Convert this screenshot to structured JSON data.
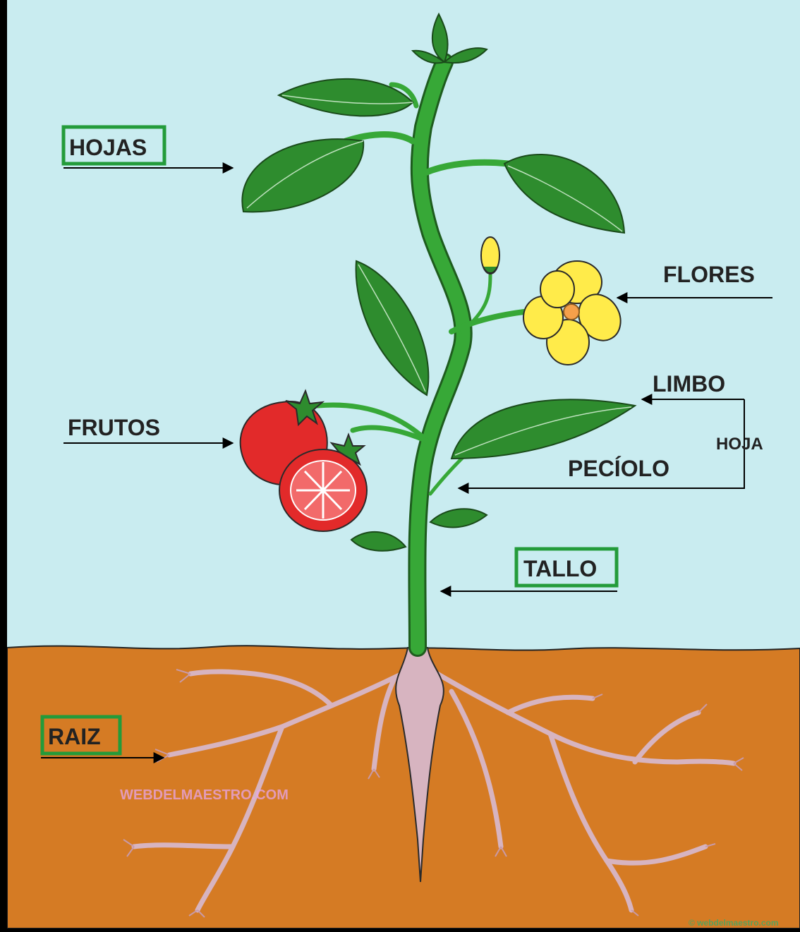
{
  "labels": {
    "hojas": "HOJAS",
    "flores": "FLORES",
    "limbo": "LIMBO",
    "hoja": "HOJA",
    "frutos": "FRUTOS",
    "peciolo": "PECÍOLO",
    "tallo": "TALLO",
    "raiz": "RAIZ"
  },
  "watermark": {
    "main": "WEBDELMAESTRO.COM",
    "corner": "© webdelmaestro.com"
  },
  "colors": {
    "sky": "#c9ecf0",
    "soil": "#d57b24",
    "stem": "#2f9a2f",
    "leaf": "#2e8c2e",
    "root": "#d7b4c0",
    "tomato": "#e22a2a",
    "flower": "#ffeb4a",
    "label_box": "#239b3a"
  }
}
